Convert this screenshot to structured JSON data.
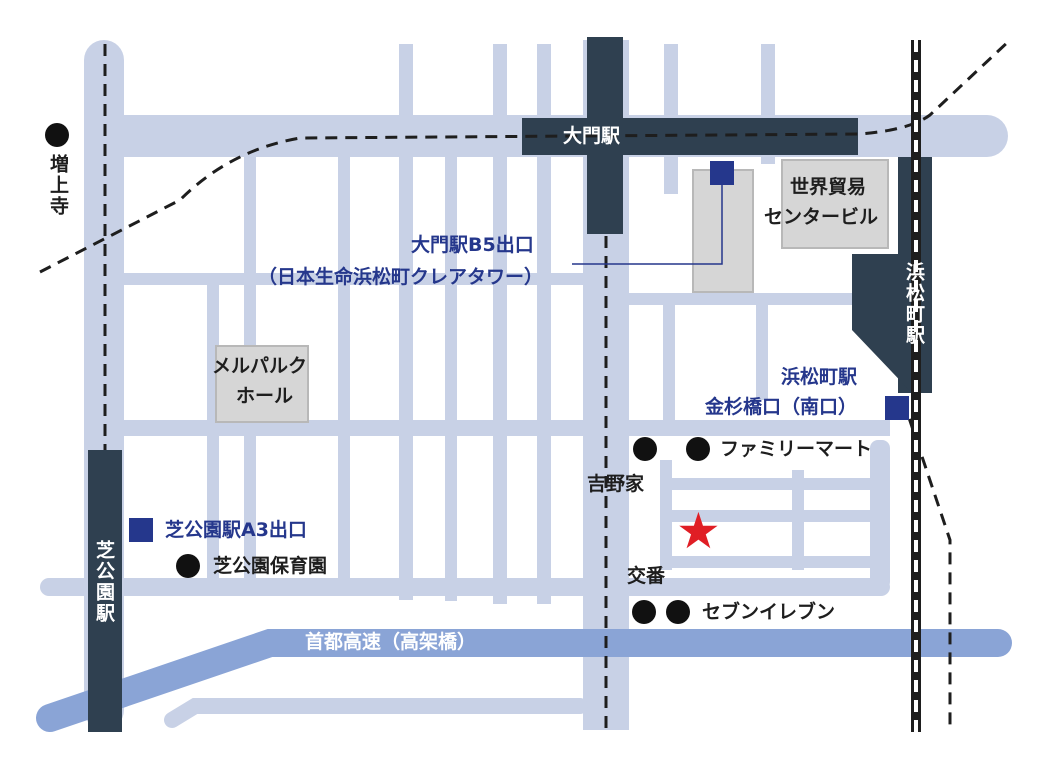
{
  "colors": {
    "road": "#c8d1e6",
    "station": "#2f4050",
    "expressway": "#8aa4d6",
    "building": "#d6d6d6",
    "exit": "#25378c",
    "destination": "#e01e25",
    "text": "#1e1e1e"
  },
  "stations": {
    "daimon": "大門駅",
    "hamamatsucho": "浜松町駅",
    "shibakoen": "芝公園駅"
  },
  "exits": {
    "daimon_b5": "大門駅B5出口",
    "daimon_b5_note": "（日本生命浜松町クレアタワー）",
    "hamamatsucho_line1": "浜松町駅",
    "hamamatsucho_line2": "金杉橋口（南口）",
    "shibakoen_a3": "芝公園駅A3出口"
  },
  "buildings": {
    "world_trade_line1": "世界貿易",
    "world_trade_line2": "センタービル",
    "mielparque_line1": "メルパルク",
    "mielparque_line2": "ホール"
  },
  "landmarks": {
    "zojoji": "増上寺",
    "yoshinoya": "吉野家",
    "familymart": "ファミリーマート",
    "nursery": "芝公園保育園",
    "koban": "交番",
    "seven_eleven": "セブンイレブン"
  },
  "expressway": "首都高速（高架橋）",
  "destination_icon": "star-icon"
}
